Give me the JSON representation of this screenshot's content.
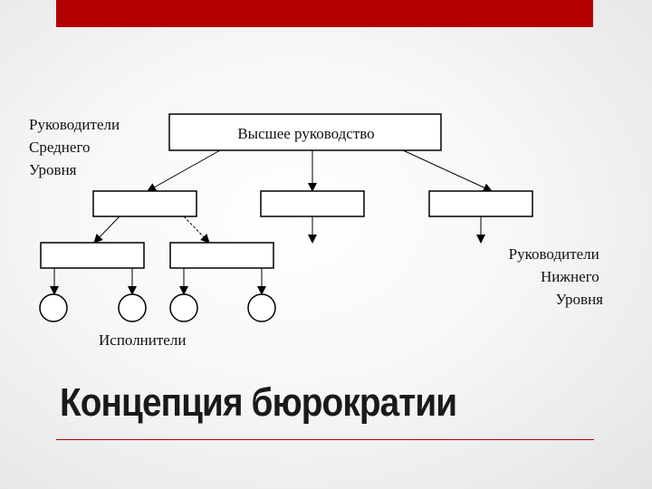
{
  "slide": {
    "title": "Концепция бюрократии"
  },
  "diagram": {
    "top_box": "Высшее руководство",
    "middle_label": [
      "Руководители",
      "Среднего",
      "Уровня"
    ],
    "lower_label": [
      "Руководители",
      "Нижнего",
      "Уровня"
    ],
    "executors_label": "Исполнители"
  },
  "colors": {
    "accent": "#b30000",
    "line": "#000000"
  }
}
